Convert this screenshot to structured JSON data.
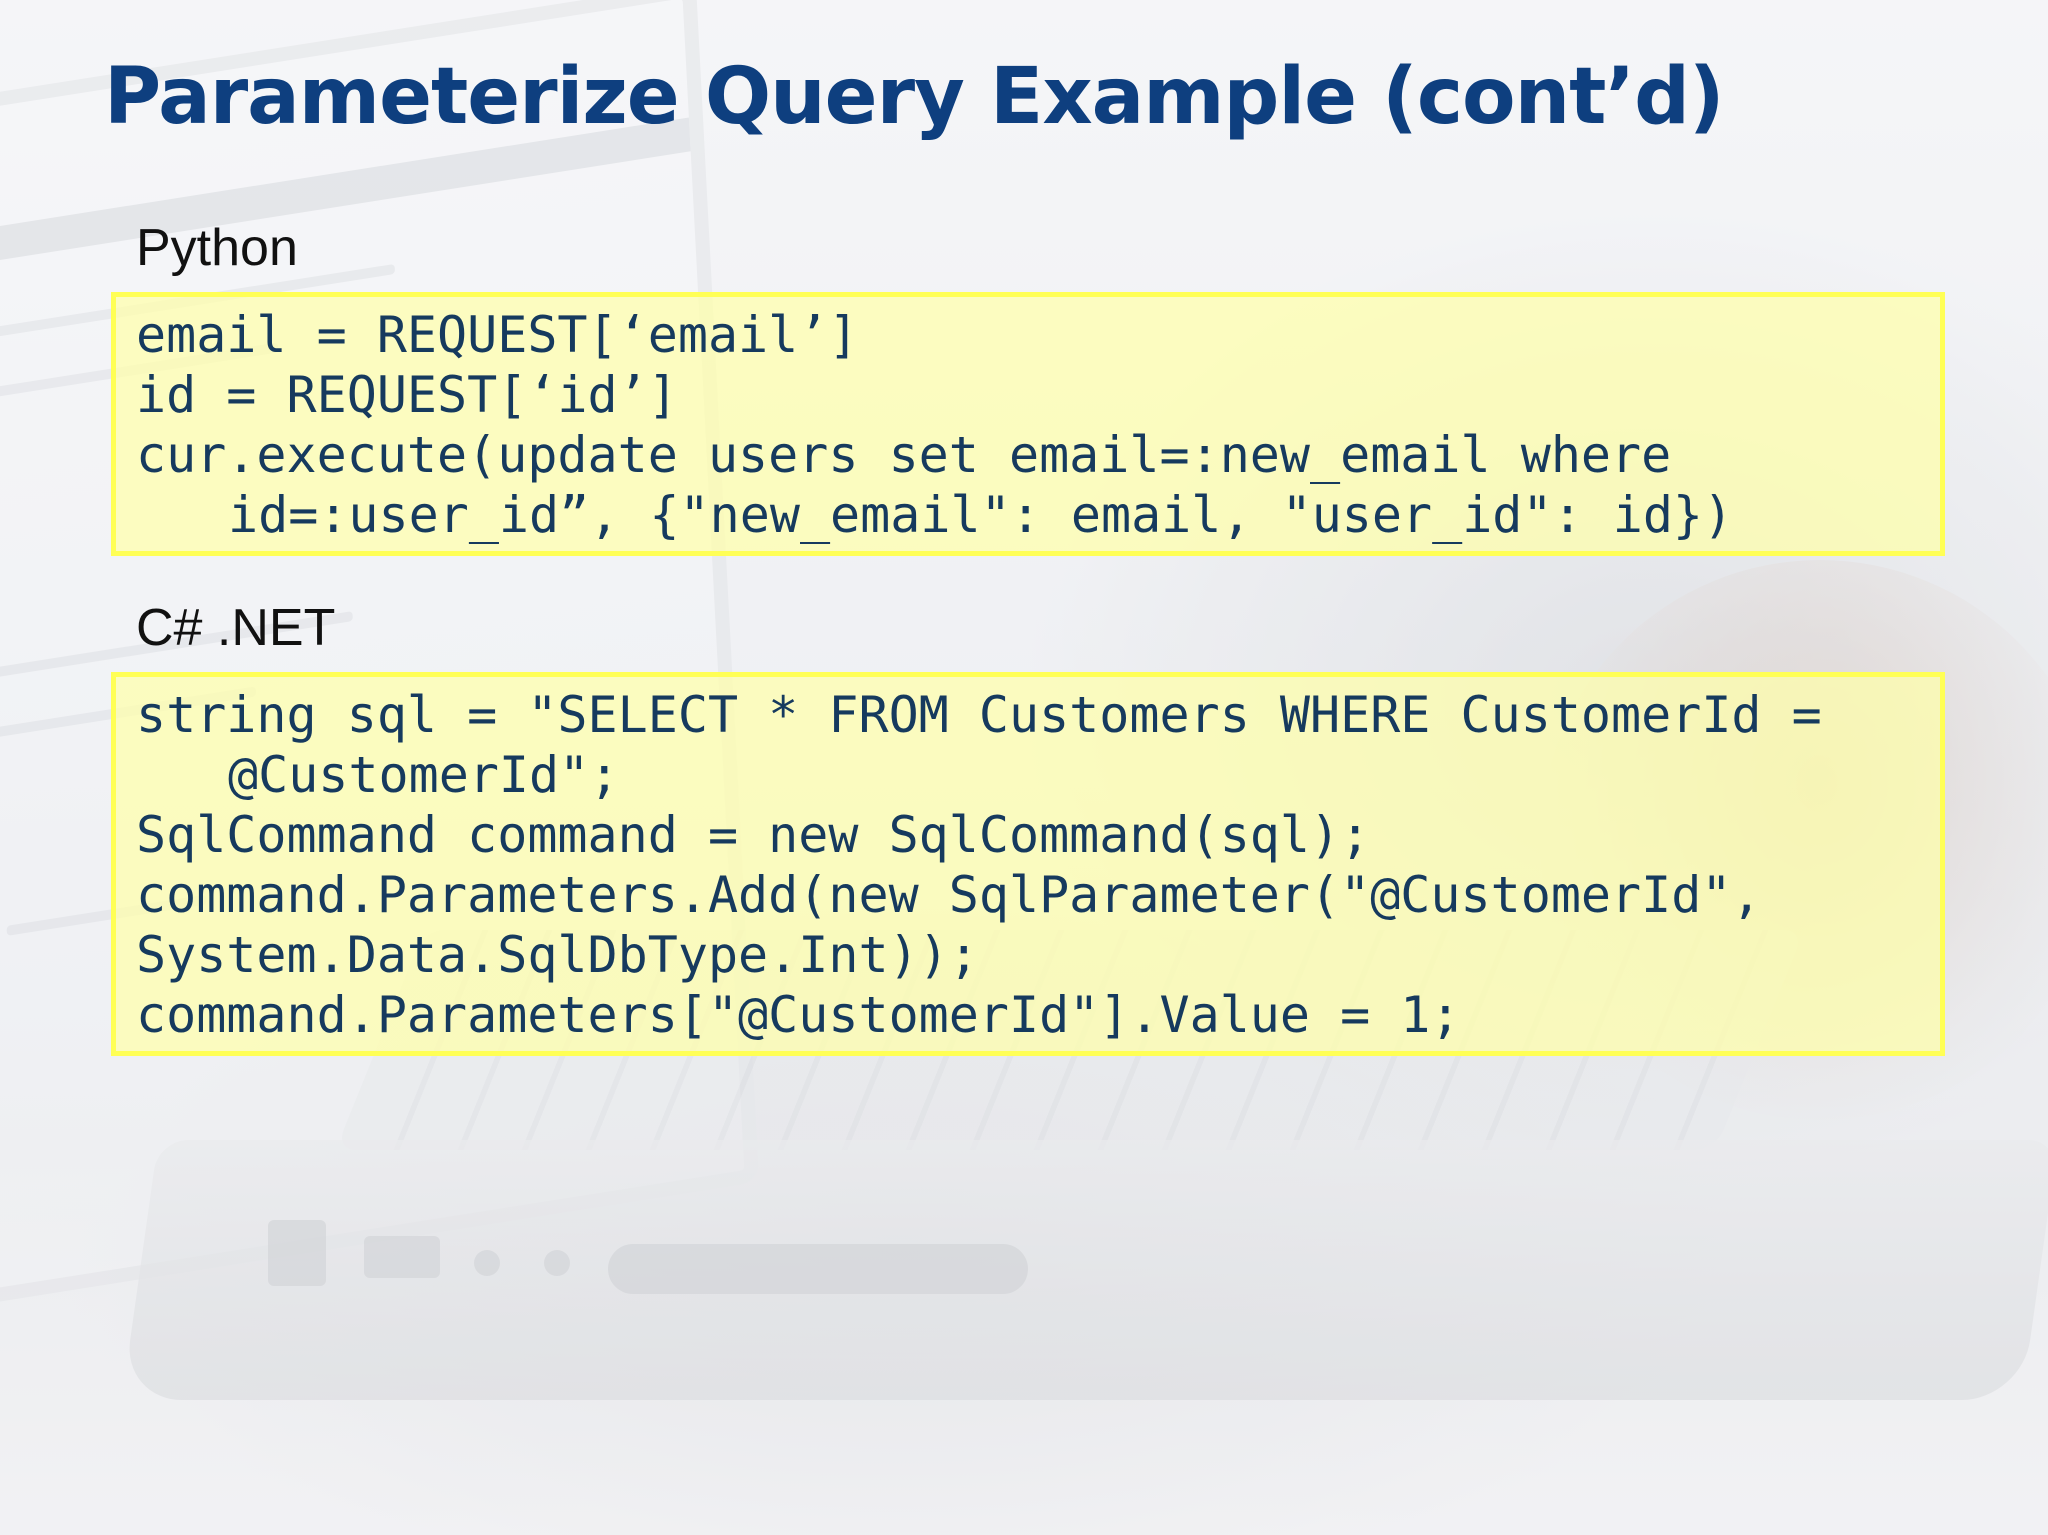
{
  "slide": {
    "title": "Parameterize Query Example (cont’d)"
  },
  "sections": [
    {
      "label": "Python",
      "code_lines": [
        "email = REQUEST[‘email’]",
        "id = REQUEST[‘id’]",
        "cur.execute(update users set email=:new_email where",
        "id=:user_id”, {\"new_email\": email, \"user_id\": id})"
      ]
    },
    {
      "label": "C# .NET",
      "code_lines": [
        "string sql = \"SELECT * FROM Customers WHERE CustomerId =",
        "@CustomerId\";",
        "SqlCommand command = new SqlCommand(sql);",
        "command.Parameters.Add(new SqlParameter(\"@CustomerId\",",
        "System.Data.SqlDbType.Int));",
        "command.Parameters[\"@CustomerId\"].Value = 1;"
      ]
    }
  ],
  "colors": {
    "title": "#0e3f7f",
    "code_text": "#163a5e",
    "code_background": "#ffffaa",
    "code_border": "#ffff55"
  }
}
